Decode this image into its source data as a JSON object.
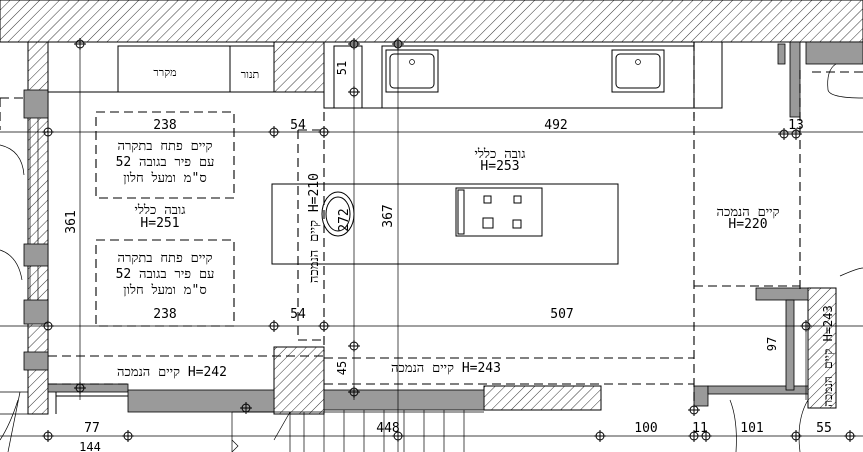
{
  "labels": {
    "fridge": "מקרר",
    "oven": "תנור",
    "dim_51": "51",
    "dim_238_top": "238",
    "dim_54_top": "54",
    "dim_492": "492",
    "dim_13": "13",
    "note_top_1": "קיים פתח בתקרה",
    "note_top_2": "עם פיר בגובה 52",
    "note_top_3": "ס\"מ ומעל חלון",
    "height_left_1": "גובה כללי",
    "height_left_2": "H=251",
    "dim_361": "361",
    "note_bot_1": "קיים פתח בתקרה",
    "note_bot_2": "עם פיר בגובה 52",
    "note_bot_3": "ס\"מ ומעל חלון",
    "dim_238_bottom": "238",
    "height_mid_1": "גובה כללי",
    "height_mid_2": "H=253",
    "dim_367": "367",
    "dim_272": "272",
    "lowered_vertical": "קיים הנמכה H=210",
    "lowered_right_1": "קיים הנמכה",
    "lowered_right_2": "H=220",
    "dim_54_bottom": "54",
    "dim_507": "507",
    "dim_97": "97",
    "lowered_far_right": "קיים הנמכה H=243",
    "lowered_left": "קיים הנמכה H=242",
    "dim_45": "45",
    "lowered_center": "קיים הנמכה H=243",
    "dim_77": "77",
    "dim_144": "144",
    "dim_448": "448",
    "dim_100": "100",
    "dim_11": "11",
    "dim_101": "101",
    "dim_55": "55"
  }
}
